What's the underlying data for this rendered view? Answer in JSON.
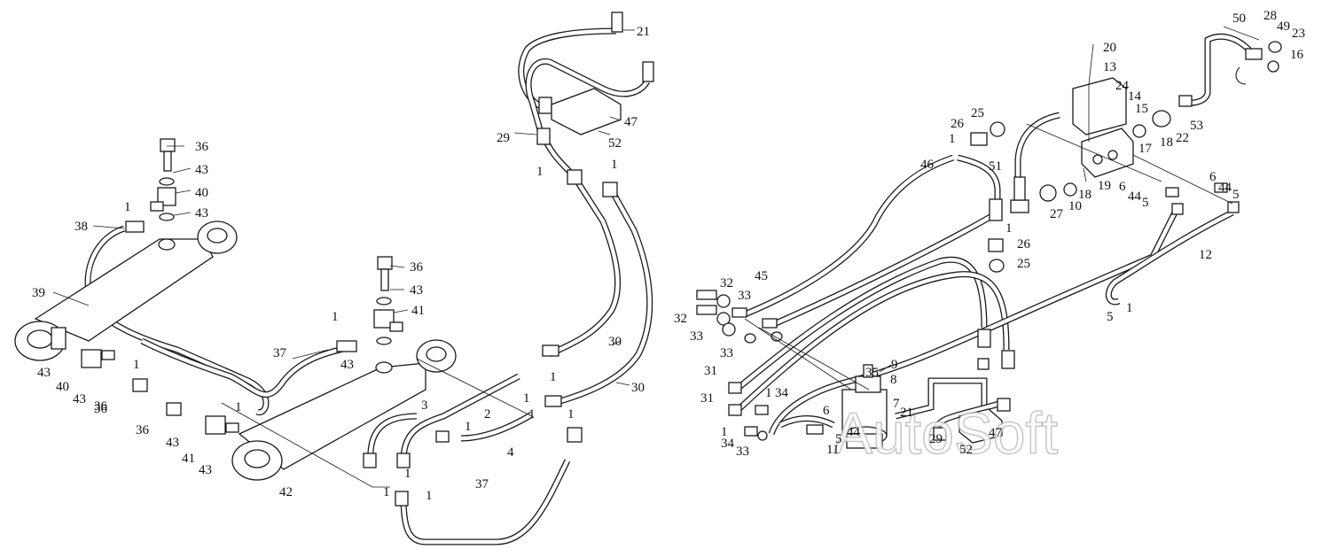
{
  "watermark": "AutoSoft",
  "callouts": [
    {
      "id": "c1",
      "text": "21"
    },
    {
      "id": "c2",
      "text": "47"
    },
    {
      "id": "c3",
      "text": "52"
    },
    {
      "id": "c4",
      "text": "29"
    },
    {
      "id": "c5",
      "text": "1"
    },
    {
      "id": "c6",
      "text": "1"
    },
    {
      "id": "c7",
      "text": "36"
    },
    {
      "id": "c8",
      "text": "43"
    },
    {
      "id": "c9",
      "text": "40"
    },
    {
      "id": "c10",
      "text": "43"
    },
    {
      "id": "c11",
      "text": "1"
    },
    {
      "id": "c12",
      "text": "38"
    },
    {
      "id": "c13",
      "text": "39"
    },
    {
      "id": "c14",
      "text": "43"
    },
    {
      "id": "c15",
      "text": "40"
    },
    {
      "id": "c16",
      "text": "43"
    },
    {
      "id": "c17",
      "text": "36"
    },
    {
      "id": "c18",
      "text": "1"
    },
    {
      "id": "c19",
      "text": "37"
    },
    {
      "id": "c20",
      "text": "36"
    },
    {
      "id": "c21",
      "text": "43"
    },
    {
      "id": "c22",
      "text": "41"
    },
    {
      "id": "c23",
      "text": "1"
    },
    {
      "id": "c24",
      "text": "43"
    },
    {
      "id": "c25",
      "text": "30"
    },
    {
      "id": "c26",
      "text": "30"
    },
    {
      "id": "c27",
      "text": "1"
    },
    {
      "id": "c28",
      "text": "1"
    },
    {
      "id": "c29",
      "text": "2"
    },
    {
      "id": "c30",
      "text": "1"
    },
    {
      "id": "c31",
      "text": "1"
    },
    {
      "id": "c32",
      "text": "3"
    },
    {
      "id": "c33",
      "text": "1"
    },
    {
      "id": "c34",
      "text": "4"
    },
    {
      "id": "c35",
      "text": "36"
    },
    {
      "id": "c36",
      "text": "43"
    },
    {
      "id": "c37",
      "text": "41"
    },
    {
      "id": "c38",
      "text": "43"
    },
    {
      "id": "c39",
      "text": "1"
    },
    {
      "id": "c40",
      "text": "42"
    },
    {
      "id": "c41",
      "text": "1"
    },
    {
      "id": "c42",
      "text": "1"
    },
    {
      "id": "c43",
      "text": "1"
    },
    {
      "id": "c44",
      "text": "37"
    },
    {
      "id": "c45",
      "text": "50"
    },
    {
      "id": "c46",
      "text": "28"
    },
    {
      "id": "c47",
      "text": "49"
    },
    {
      "id": "c48",
      "text": "23"
    },
    {
      "id": "c49",
      "text": "16"
    },
    {
      "id": "c50",
      "text": "20"
    },
    {
      "id": "c51",
      "text": "13"
    },
    {
      "id": "c52",
      "text": "24"
    },
    {
      "id": "c53",
      "text": "14"
    },
    {
      "id": "c54",
      "text": "15"
    },
    {
      "id": "c55",
      "text": "25"
    },
    {
      "id": "c56",
      "text": "26"
    },
    {
      "id": "c57",
      "text": "1"
    },
    {
      "id": "c58",
      "text": "53"
    },
    {
      "id": "c59",
      "text": "22"
    },
    {
      "id": "c60",
      "text": "18"
    },
    {
      "id": "c61",
      "text": "17"
    },
    {
      "id": "c62",
      "text": "46"
    },
    {
      "id": "c63",
      "text": "51"
    },
    {
      "id": "c64",
      "text": "19"
    },
    {
      "id": "c65",
      "text": "18"
    },
    {
      "id": "c66",
      "text": "10"
    },
    {
      "id": "c67",
      "text": "27"
    },
    {
      "id": "c68",
      "text": "6"
    },
    {
      "id": "c69",
      "text": "44"
    },
    {
      "id": "c70",
      "text": "5"
    },
    {
      "id": "c71",
      "text": "6"
    },
    {
      "id": "c72",
      "text": "44"
    },
    {
      "id": "c73",
      "text": "5"
    },
    {
      "id": "c74",
      "text": "1"
    },
    {
      "id": "c75",
      "text": "26"
    },
    {
      "id": "c76",
      "text": "25"
    },
    {
      "id": "c77",
      "text": "12"
    },
    {
      "id": "c78",
      "text": "45"
    },
    {
      "id": "c79",
      "text": "32"
    },
    {
      "id": "c80",
      "text": "33"
    },
    {
      "id": "c81",
      "text": "32"
    },
    {
      "id": "c82",
      "text": "33"
    },
    {
      "id": "c83",
      "text": "33"
    },
    {
      "id": "c84",
      "text": "5"
    },
    {
      "id": "c85",
      "text": "31"
    },
    {
      "id": "c86",
      "text": "31"
    },
    {
      "id": "c87",
      "text": "1"
    },
    {
      "id": "c88",
      "text": "34"
    },
    {
      "id": "c89",
      "text": "35"
    },
    {
      "id": "c90",
      "text": "9"
    },
    {
      "id": "c91",
      "text": "8"
    },
    {
      "id": "c92",
      "text": "7"
    },
    {
      "id": "c93",
      "text": "21"
    },
    {
      "id": "c94",
      "text": "6"
    },
    {
      "id": "c95",
      "text": "1"
    },
    {
      "id": "c96",
      "text": "34"
    },
    {
      "id": "c97",
      "text": "33"
    },
    {
      "id": "c98",
      "text": "5"
    },
    {
      "id": "c99",
      "text": "44"
    },
    {
      "id": "c100",
      "text": "11"
    },
    {
      "id": "c101",
      "text": "29"
    },
    {
      "id": "c102",
      "text": "47"
    },
    {
      "id": "c103",
      "text": "52"
    },
    {
      "id": "c104",
      "text": "1"
    },
    {
      "id": "c105",
      "text": "36"
    }
  ]
}
